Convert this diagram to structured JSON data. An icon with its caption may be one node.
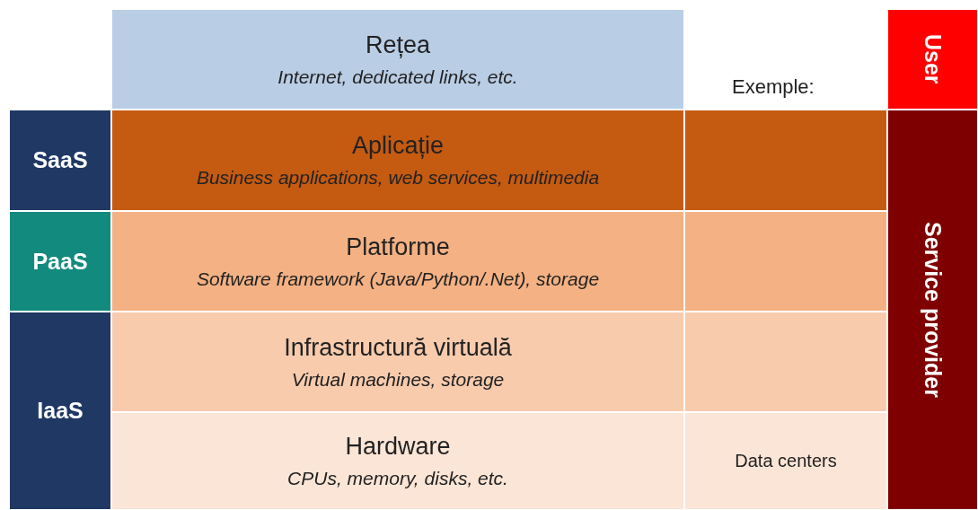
{
  "diagram": {
    "nodes": [
      {
        "text": [
          "Rețea",
          "Internet, dedicated links, etc."
        ]
      },
      {
        "text": [
          "Aplicație",
          "Business applications, web services, multimedia"
        ]
      },
      {
        "text": [
          "Platforme",
          "Software framework (Java/Python/.Net), storage"
        ]
      },
      {
        "text": [
          "Infrastructură virtuală",
          "Virtual machines, storage"
        ]
      },
      {
        "text": [
          "Hardware",
          "CPUs, memory, disks, etc."
        ]
      },
      {
        "text": [],
        "shape": "box"
      },
      {
        "text": [],
        "shape": "box"
      },
      {
        "text": [],
        "shape": "box"
      },
      {
        "text": [
          "Data centers"
        ]
      },
      {
        "text": [
          "SaaS"
        ]
      },
      {
        "text": [
          "PaaS"
        ]
      },
      {
        "text": [
          "IaaS"
        ]
      },
      {
        "text": [
          "User"
        ]
      },
      {
        "text": [
          "Service provider"
        ]
      }
    ],
    "labels": [
      "Exemple:"
    ]
  }
}
